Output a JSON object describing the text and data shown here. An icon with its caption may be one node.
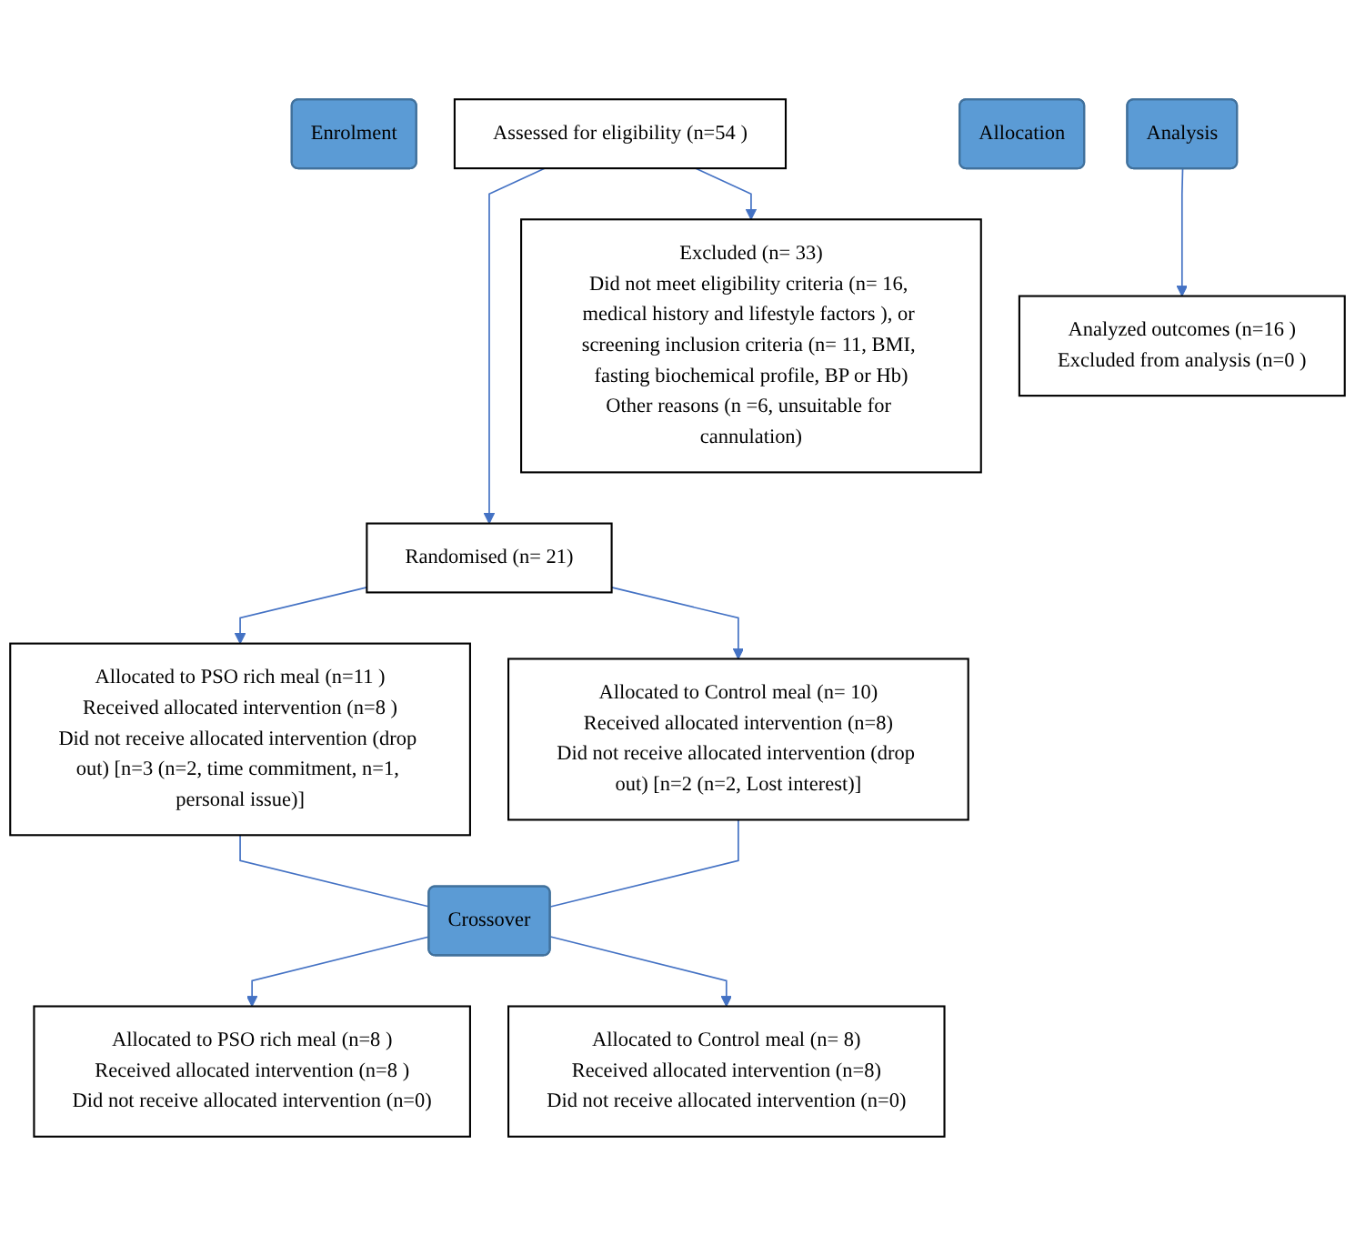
{
  "diagram": {
    "nodes": [
      {
        "text": [
          "Enrolment"
        ]
      },
      {
        "text": [
          "Assessed for eligibility (n=54 )"
        ]
      },
      {
        "text": [
          "Excluded (n= 33)",
          "Did not meet eligibility criteria (n= 16, medical history and lifestyle factors ), or screening inclusion criteria (n= 11, BMI, fasting biochemical profile, BP or Hb)",
          "Other reasons (n =6, unsuitable for cannulation)"
        ]
      },
      {
        "text": [
          "Randomised (n= 21)"
        ]
      },
      {
        "text": [
          "Allocation"
        ]
      },
      {
        "text": [
          "Allocated to PSO rich meal (n=11 )",
          "Received allocated intervention (n=8 )",
          "Did not receive allocated intervention (drop out) [n=3 (n=2, time commitment, n=1, personal issue)]"
        ]
      },
      {
        "text": [
          "Allocated to Control meal (n= 10)",
          "Received allocated intervention (n=8)",
          "Did not receive allocated intervention (drop out) [n=2 (n=2, Lost interest)]"
        ]
      },
      {
        "text": [
          "Crossover"
        ]
      },
      {
        "text": [
          "Allocated to PSO rich meal (n=8 )",
          "Received allocated intervention (n=8 )",
          "Did not receive allocated intervention (n=0)"
        ]
      },
      {
        "text": [
          "Allocated to Control meal (n= 8)",
          "Received allocated intervention (n=8)",
          "Did not receive allocated intervention (n=0)"
        ]
      },
      {
        "text": [
          "Analysis"
        ]
      },
      {
        "text": [
          "Analyzed outcomes (n=16 )",
          "Excluded from analysis (n=0 )"
        ]
      }
    ],
    "edges": [
      {
        "from": 1,
        "to": 3,
        "arrow": "to"
      },
      {
        "from": 1,
        "to": 2,
        "arrow": "to"
      },
      {
        "from": 3,
        "to": 5,
        "arrow": "to"
      },
      {
        "from": 3,
        "to": 6,
        "arrow": "to"
      },
      {
        "from": 5,
        "to": 7,
        "arrow": "none"
      },
      {
        "from": 6,
        "to": 7,
        "arrow": "none"
      },
      {
        "from": 7,
        "to": 8,
        "arrow": "to"
      },
      {
        "from": 7,
        "to": 9,
        "arrow": "to"
      },
      {
        "from": 10,
        "to": 11,
        "arrow": "to"
      }
    ]
  }
}
